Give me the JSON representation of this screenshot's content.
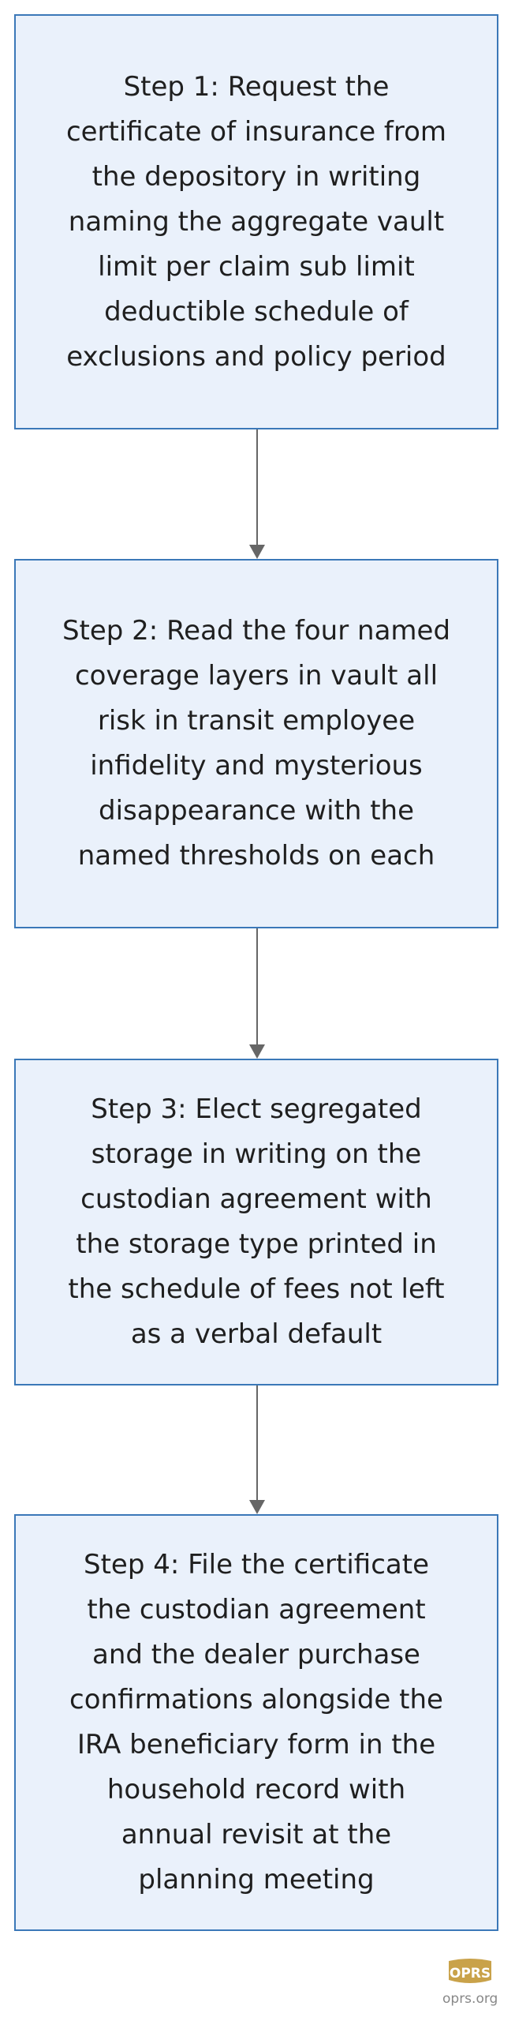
{
  "steps": [
    {
      "label": "Step 1: Request the certificate of insurance from the depository in writing naming the aggregate vault limit per claim sub limit deductible schedule of exclusions and policy period"
    },
    {
      "label": "Step 2: Read the four named coverage layers in vault all risk in transit employee infidelity and mysterious disappearance with the named thresholds on each"
    },
    {
      "label": "Step 3: Elect segregated storage in writing on the custodian agreement with the storage type printed in the schedule of fees not left as a verbal default"
    },
    {
      "label": "Step 4: File the certificate the custodian agreement and the dealer purchase confirmations alongside the IRA beneficiary form in the household record with annual revisit at the planning meeting"
    }
  ],
  "footer": {
    "logo_text": "OPRS",
    "url": "oprs.org"
  },
  "colors": {
    "box_fill": "#eaf1fb",
    "box_border": "#3b78b8",
    "arrow": "#666666",
    "logo": "#c9a24a"
  }
}
